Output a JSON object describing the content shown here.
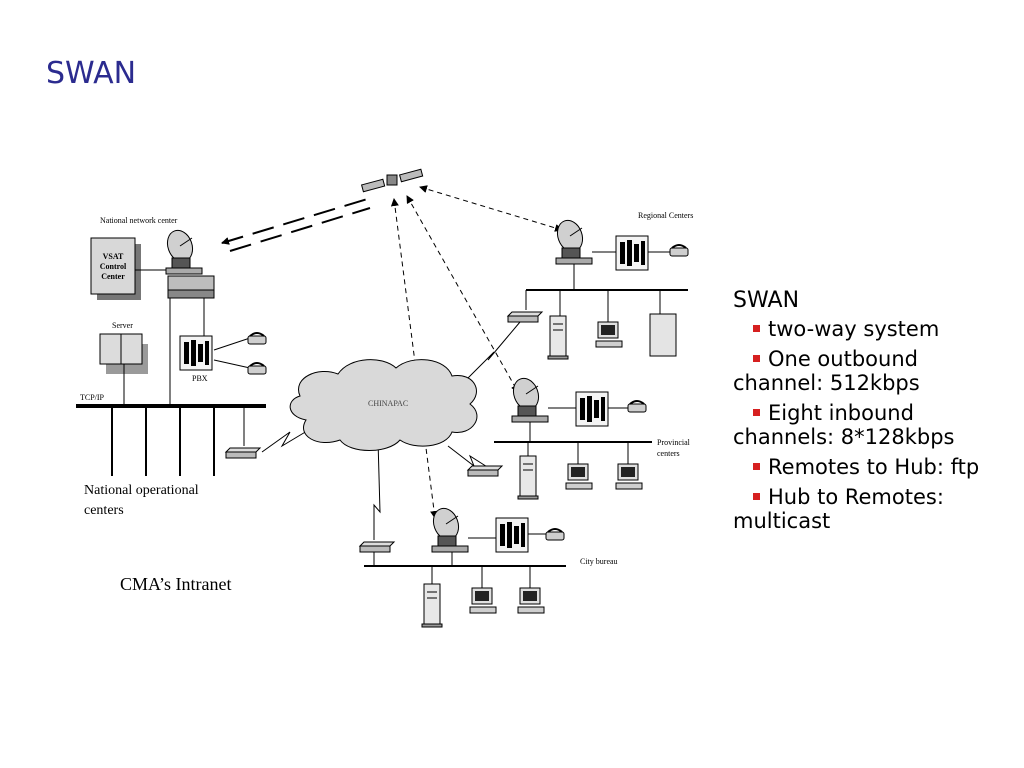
{
  "slide": {
    "title": "SWAN"
  },
  "diagram": {
    "national_network_center": "National network center",
    "vsat_control_center": [
      "VSAT",
      "Control",
      "Center"
    ],
    "server": "Server",
    "pbx": "PBX",
    "tcpip": "TCP/IP",
    "national_operational_centers": [
      "National operational",
      "centers"
    ],
    "intranet": "CMA’s Intranet",
    "chinapac": "CHINAPAC",
    "regional_centers": "Regional Centers",
    "provincial_centers": [
      "Provincial",
      "centers"
    ],
    "city_bureau": "City bureau"
  },
  "bullets": {
    "heading": "SWAN",
    "items": [
      "two-way system",
      "One outbound channel: 512kbps",
      "Eight inbound channels: 8*128kbps",
      "Remotes to Hub: ftp",
      "Hub to Remotes: multicast"
    ]
  },
  "colors": {
    "title": "#2b2b8f",
    "bullet": "#d62020",
    "cloud": "#d9d9d9"
  }
}
